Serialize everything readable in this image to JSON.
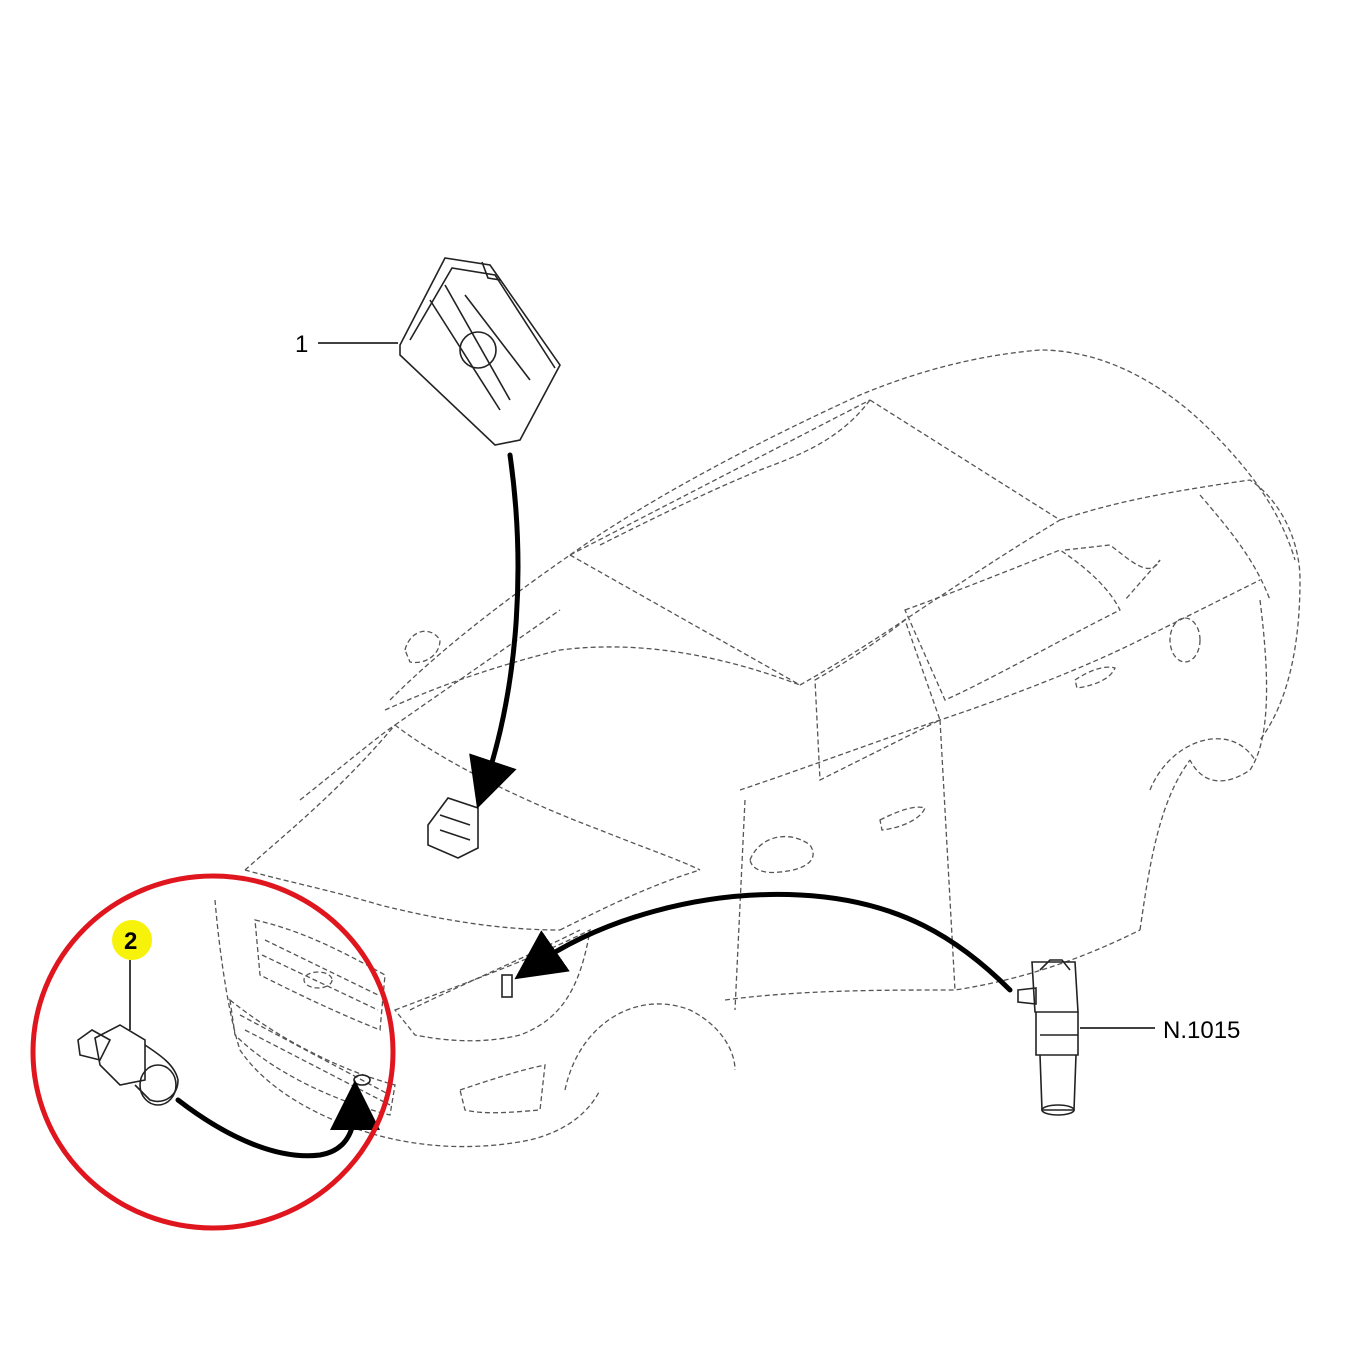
{
  "callouts": [
    {
      "label": "1"
    },
    {
      "label": "2"
    },
    {
      "label": "N.1015"
    }
  ],
  "colors": {
    "highlight_ring": "#e0161f",
    "badge_fill": "#f7f20a",
    "line": "#000000"
  },
  "icons": [
    "car-outline-icon",
    "control-module-icon",
    "pressure-switch-icon",
    "speed-sensor-icon"
  ]
}
